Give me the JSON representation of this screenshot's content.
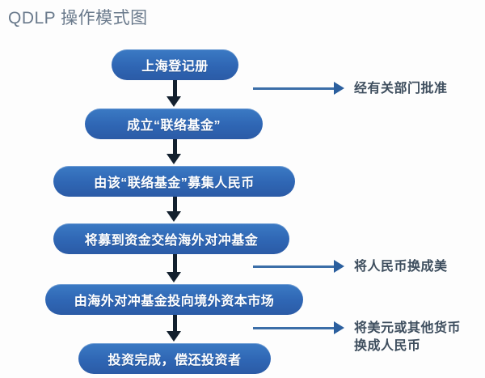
{
  "page": {
    "title": "QDLP 操作模式图",
    "background_color": "#fdfdfd",
    "title_color": "#6a7a8c",
    "node_color": "#2f66b4",
    "node_text_color": "#ffffff",
    "vertical_arrow_color": "#13202e",
    "horizontal_arrow_color": "#3b6ea8",
    "annotation_color": "#3e4e5e"
  },
  "flow": {
    "nodes": [
      {
        "id": "node-1",
        "label": "上海登记册"
      },
      {
        "id": "node-2",
        "label": "成立“联络基金”"
      },
      {
        "id": "node-3",
        "label": "由该“联络基金”募集人民币"
      },
      {
        "id": "node-4",
        "label": "将募到资金交给海外对冲基金"
      },
      {
        "id": "node-5",
        "label": "由海外对冲基金投向境外资本市场"
      },
      {
        "id": "node-6",
        "label": "投资完成，偿还投资者"
      }
    ],
    "connectors": [
      {
        "id": "connector-1-2",
        "from": "node-1",
        "to": "node-2"
      },
      {
        "id": "connector-2-3",
        "from": "node-2",
        "to": "node-3"
      },
      {
        "id": "connector-3-4",
        "from": "node-3",
        "to": "node-4"
      },
      {
        "id": "connector-4-5",
        "from": "node-4",
        "to": "node-5"
      },
      {
        "id": "connector-5-6",
        "from": "node-5",
        "to": "node-6"
      }
    ]
  },
  "annotations": [
    {
      "id": "annotation-1",
      "line1": "经有关部门批准",
      "line2": ""
    },
    {
      "id": "annotation-2",
      "line1": "将人民币换成美",
      "line2": ""
    },
    {
      "id": "annotation-3",
      "line1": "将美元或其他货币",
      "line2": "换成人民币"
    }
  ]
}
